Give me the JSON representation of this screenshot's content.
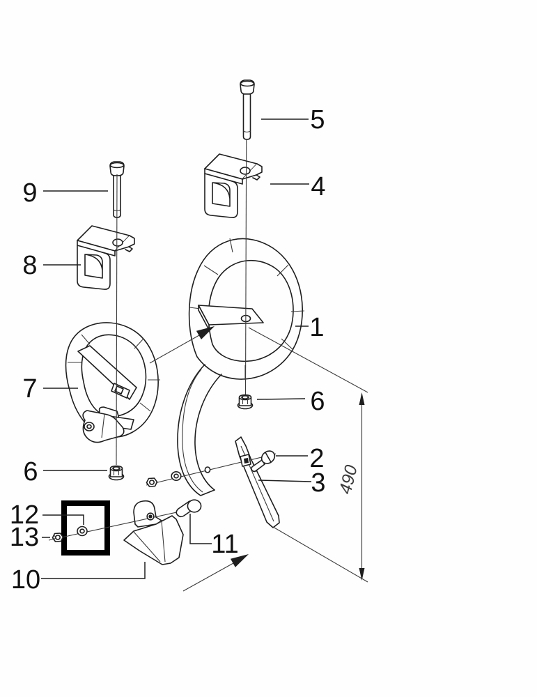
{
  "diagram": {
    "kind": "exploded-parts-diagram",
    "callouts": {
      "c1": "1",
      "c2": "2",
      "c3": "3",
      "c4": "4",
      "c5": "5",
      "c6": "6",
      "c7": "7",
      "c8": "8",
      "c9": "9",
      "c10": "10",
      "c11": "11",
      "c12": "12",
      "c13": "13"
    },
    "dimension": {
      "value": "490"
    },
    "colors": {
      "line": "#1e1e1e",
      "thin_line": "#3a3a3a",
      "highlight_box": "#000000",
      "background": "#ffffff",
      "dimension_text": "#3c3c3c"
    }
  }
}
